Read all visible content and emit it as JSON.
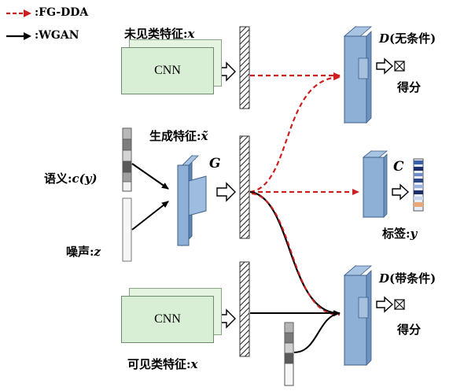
{
  "legend": {
    "fgdda": ":FG-DDA",
    "wgan": ":WGAN"
  },
  "labels": {
    "unseen_feature": "未见类特征:",
    "unseen_feature_var": "x",
    "generated_feature": "生成特征:",
    "generated_feature_var": "x̃",
    "seen_feature": "可见类特征:",
    "seen_feature_var": "x",
    "semantic": "语义:",
    "semantic_var": "c(y)",
    "noise": "噪声:",
    "noise_var": "z",
    "generator": "G",
    "classifier": "C",
    "disc_unconditional_letter": "D",
    "disc_unconditional_text": "(无条件)",
    "disc_conditional_letter": "D",
    "disc_conditional_text": "(带条件)",
    "score_top": "得分",
    "score_bottom": "得分",
    "label_text": "标签:",
    "label_var": "y",
    "cnn_top": "CNN",
    "cnn_bottom": "CNN"
  },
  "colors": {
    "fgdda": "#cc1f1f",
    "wgan": "#000000",
    "block_face": "#8fb0d6",
    "block_side": "#5f86b5",
    "cnn_fill": "#d8efd5"
  }
}
